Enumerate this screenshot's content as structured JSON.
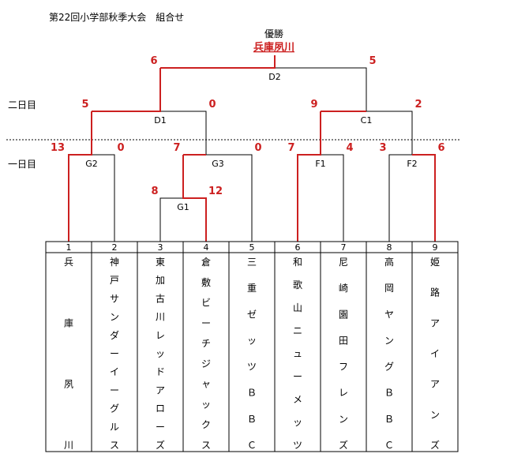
{
  "title": "第22回小学部秋季大会　組合せ",
  "champion_label": "優勝",
  "champion": "兵庫夙川",
  "day_labels": {
    "day2": "二日目",
    "day1": "一日目"
  },
  "colors": {
    "win": "#cc2020",
    "line": "#000000"
  },
  "teams": [
    {
      "num": "1",
      "chars": [
        "兵",
        "庫",
        "夙",
        "川"
      ],
      "layout": "spread"
    },
    {
      "num": "2",
      "chars": [
        "神",
        "戸",
        "サ",
        "ン",
        "ダ",
        "ー",
        "イ",
        "ー",
        "グ",
        "ル",
        "ス"
      ],
      "layout": "dense"
    },
    {
      "num": "3",
      "chars": [
        "東",
        "加",
        "古",
        "川",
        "レ",
        "ッ",
        "ド",
        "ア",
        "ロ",
        "ー",
        "ズ"
      ],
      "layout": "dense"
    },
    {
      "num": "4",
      "chars": [
        "倉",
        "敷",
        "ビ",
        "ー",
        "チ",
        "ジ",
        "ャ",
        "ッ",
        "ク",
        "ス"
      ],
      "layout": "dense"
    },
    {
      "num": "5",
      "chars": [
        "三",
        "重",
        "ゼ",
        "ッ",
        "ツ",
        "Ｂ",
        "Ｂ",
        "Ｃ"
      ],
      "layout": "dense"
    },
    {
      "num": "6",
      "chars": [
        "和",
        "歌",
        "山",
        "ニ",
        "ュ",
        "ー",
        "メ",
        "ッ",
        "ツ"
      ],
      "layout": "dense"
    },
    {
      "num": "7",
      "chars": [
        "尼",
        "崎",
        "園",
        "田",
        "フ",
        "レ",
        "ン",
        "ズ"
      ],
      "layout": "dense"
    },
    {
      "num": "8",
      "chars": [
        "高",
        "岡",
        "ヤ",
        "ン",
        "グ",
        "Ｂ",
        "Ｂ",
        "Ｃ"
      ],
      "layout": "dense"
    },
    {
      "num": "9",
      "chars": [
        "姫",
        "路",
        "ア",
        "イ",
        "ア",
        "ン",
        "ズ"
      ],
      "layout": "dense"
    }
  ],
  "matches": {
    "G1": {
      "label": "G1",
      "scores": [
        "8",
        "12"
      ]
    },
    "G2": {
      "label": "G2",
      "scores": [
        "13",
        "0"
      ]
    },
    "G3": {
      "label": "G3",
      "scores": [
        "7",
        "0"
      ]
    },
    "F1": {
      "label": "F1",
      "scores": [
        "7",
        "4"
      ]
    },
    "F2": {
      "label": "F2",
      "scores": [
        "3",
        "6"
      ]
    },
    "D1": {
      "label": "D1",
      "scores": [
        "5",
        "0"
      ]
    },
    "C1": {
      "label": "C1",
      "scores": [
        "9",
        "2"
      ]
    },
    "D2": {
      "label": "D2",
      "scores": [
        "6",
        "5"
      ]
    }
  }
}
